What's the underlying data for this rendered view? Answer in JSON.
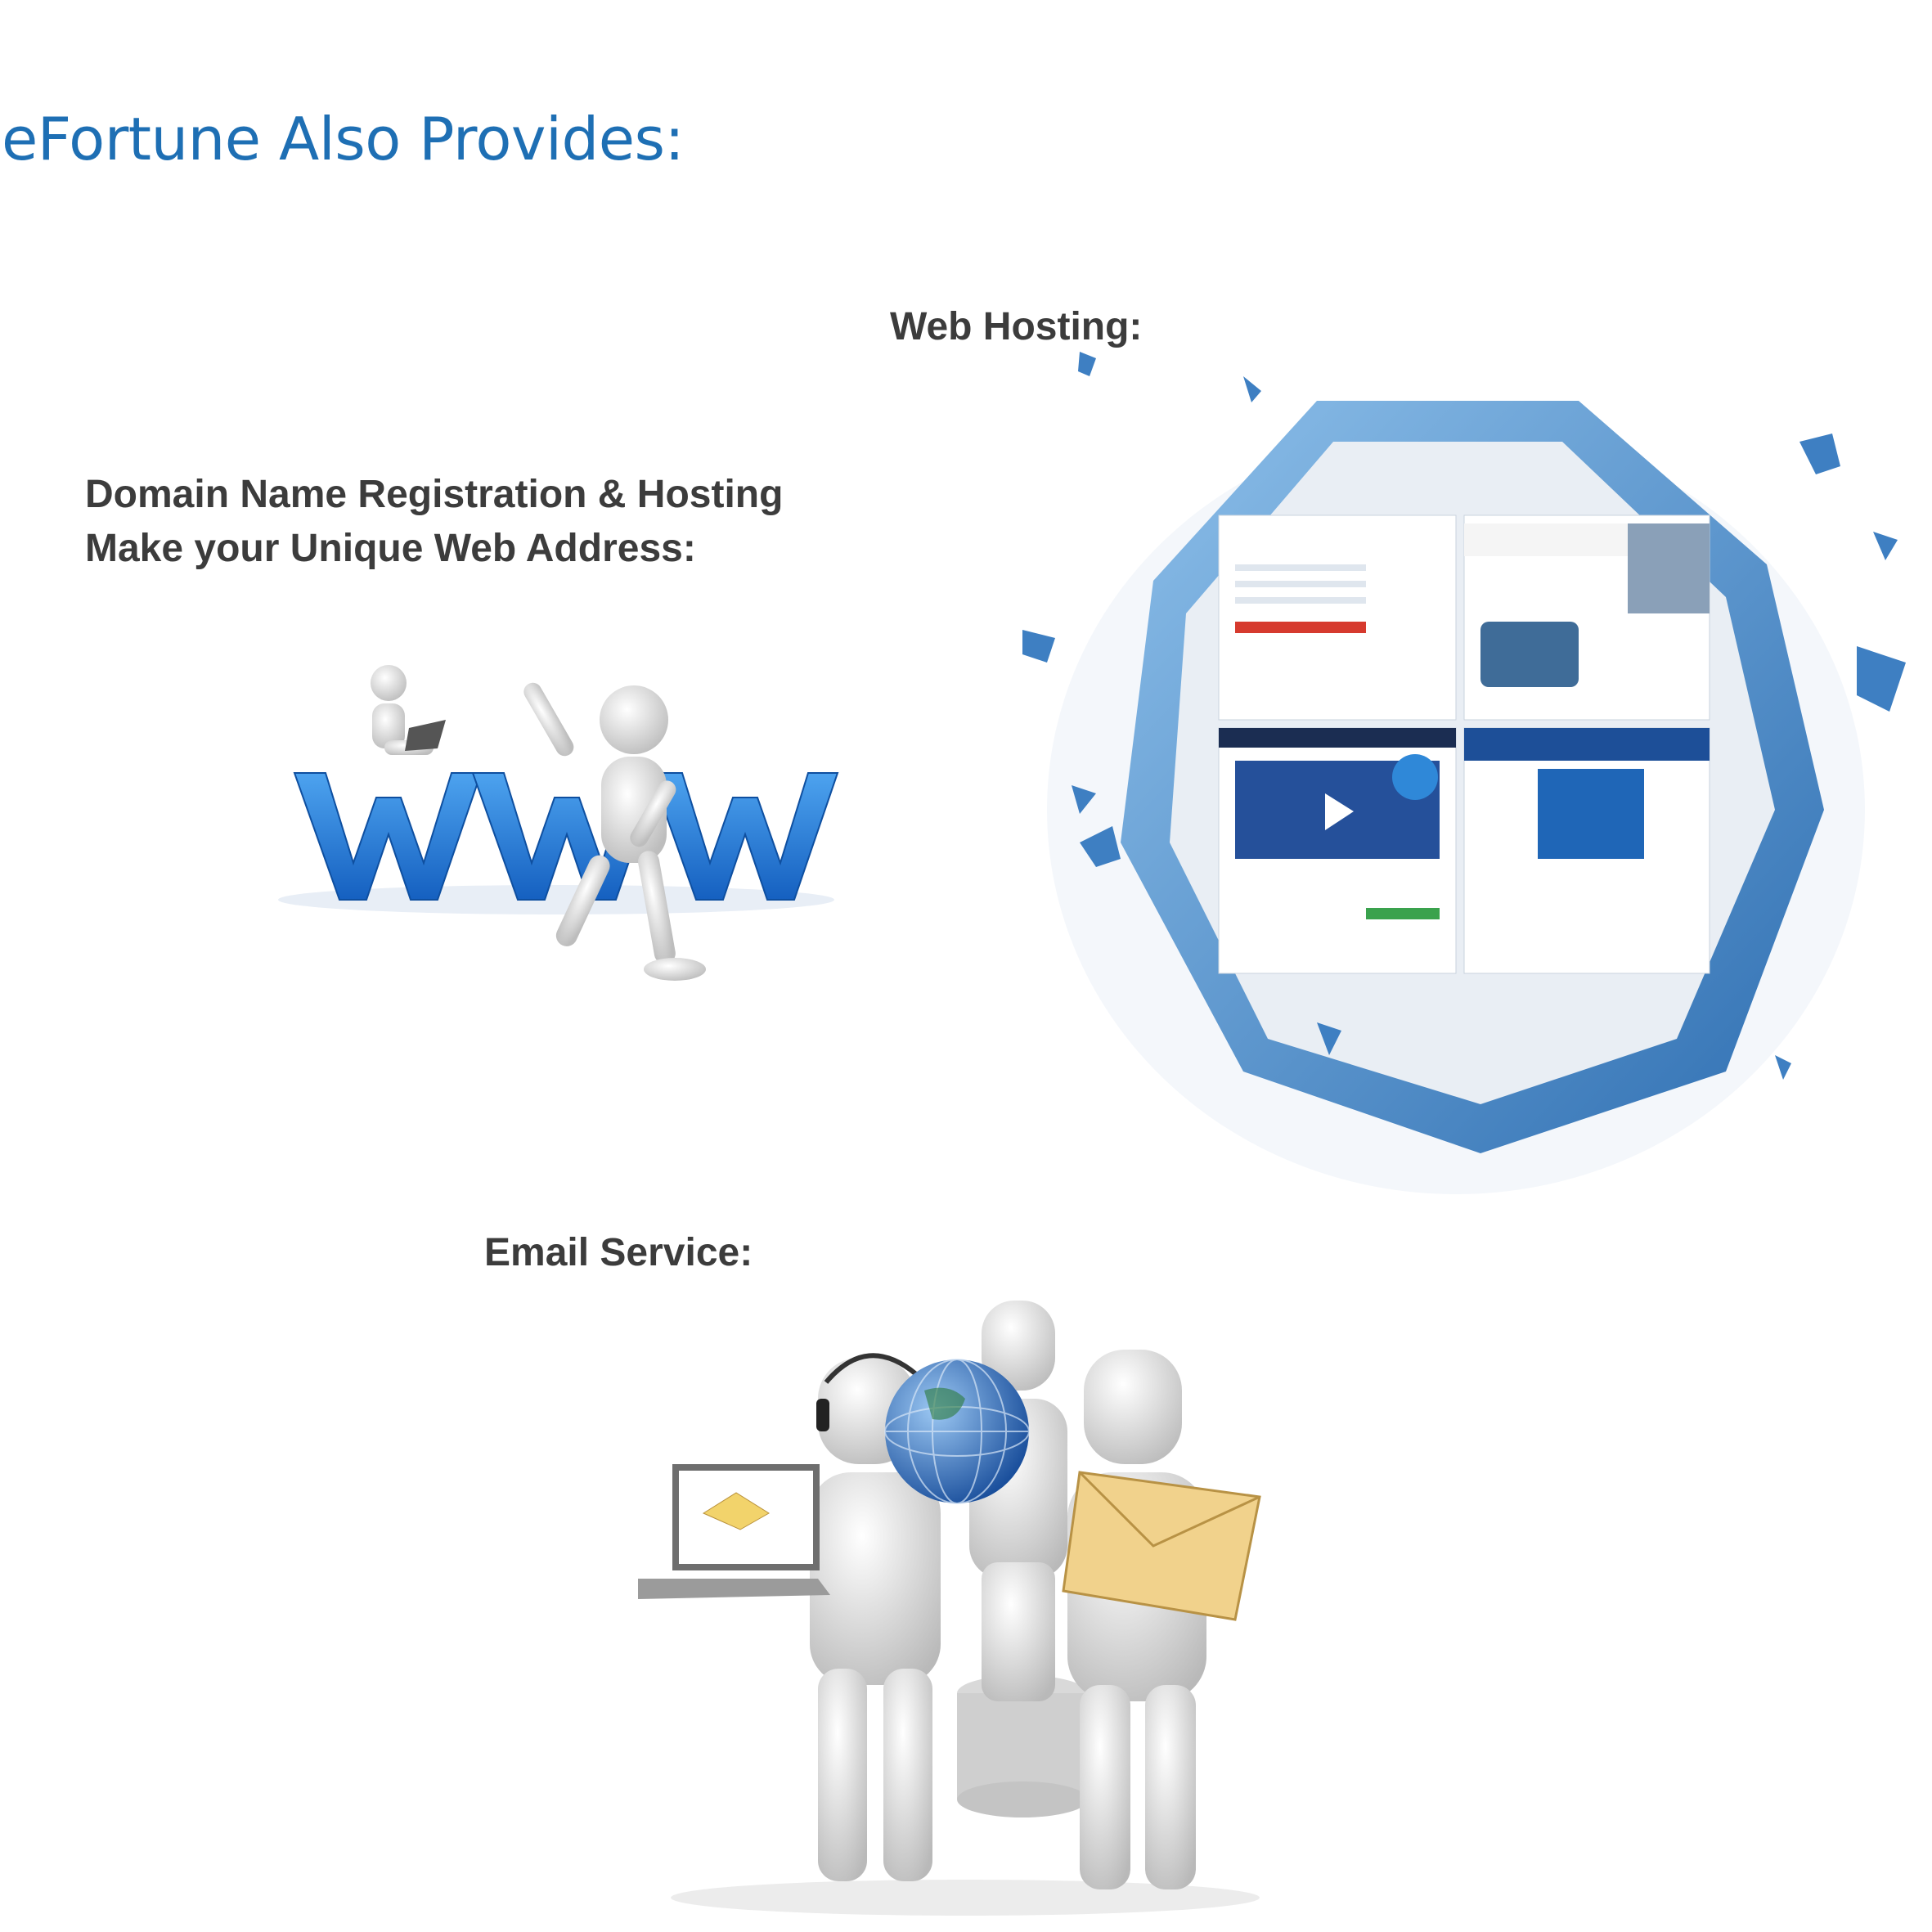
{
  "page": {
    "title": "eFortune Also Provides:"
  },
  "sections": {
    "web_hosting": {
      "heading": "Web Hosting:",
      "illustration_icon": "torn-paper-websites-illustration"
    },
    "domain": {
      "heading_line1": "Domain Name Registration & Hosting",
      "heading_line2": "Make your Unique Web Address:",
      "illustration_icon": "www-figures-illustration"
    },
    "email": {
      "heading": "Email Service:",
      "illustration_icon": "email-team-illustration"
    }
  },
  "colors": {
    "title": "#1e6fb4",
    "heading": "#3c3c3c",
    "accent_blue": "#2a78c8"
  }
}
